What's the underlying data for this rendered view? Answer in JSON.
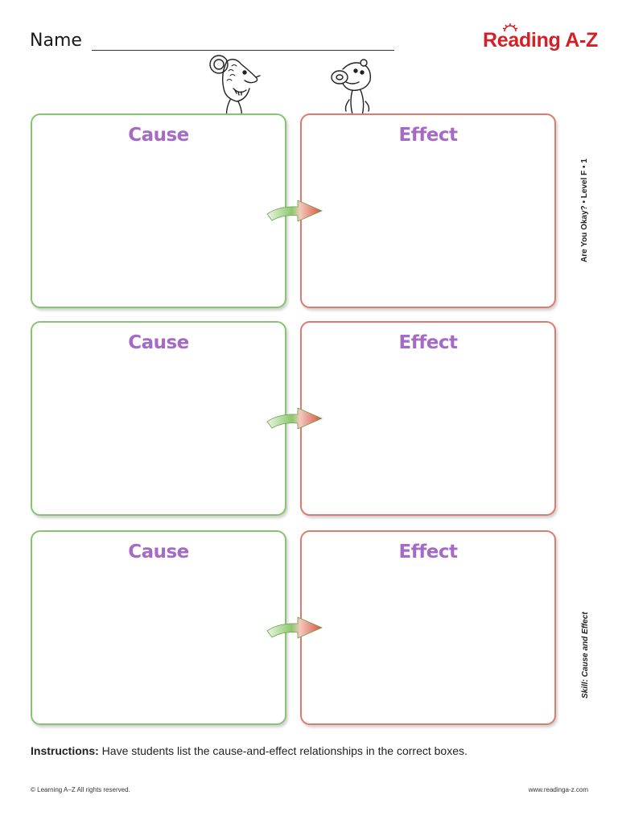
{
  "header": {
    "name_label": "Name",
    "logo_text": "Reading A-Z"
  },
  "boxes": [
    {
      "cause_title": "Cause",
      "effect_title": "Effect"
    },
    {
      "cause_title": "Cause",
      "effect_title": "Effect"
    },
    {
      "cause_title": "Cause",
      "effect_title": "Effect"
    }
  ],
  "sidebar": {
    "book_info": "Are You Okay? • Level F • 1",
    "skill": "Skill: Cause and Effect"
  },
  "instructions": {
    "label": "Instructions:",
    "text": " Have students list the cause-and-effect relationships in the correct boxes."
  },
  "footer": {
    "copyright": "© Learning A–Z  All rights reserved.",
    "website": "www.readinga-z.com"
  },
  "colors": {
    "cause_border": "#86c56f",
    "effect_border": "#df7a6c",
    "title": "#a56bc4",
    "logo": "#d42026"
  }
}
